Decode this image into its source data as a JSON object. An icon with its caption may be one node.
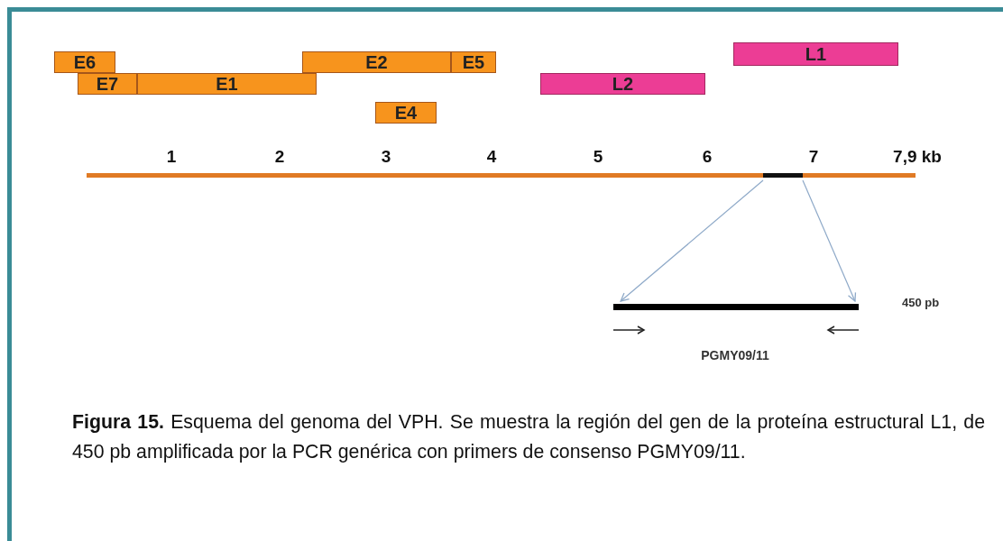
{
  "diagram": {
    "caption": "**Figura 15.** Esquema del genoma del VPH. Se muestra la región del gen de la proteína estructural L1, de 450 pb amplificada por la PCR genérica con primers de consenso PGMY09/11.",
    "nodes": [
      {
        "text": [
          "E6"
        ]
      },
      {
        "text": [
          "E7"
        ]
      },
      {
        "text": [
          "E1"
        ]
      },
      {
        "text": [
          "E2"
        ]
      },
      {
        "text": [
          "E5"
        ]
      },
      {
        "text": [
          "E4"
        ]
      },
      {
        "text": [
          "L2"
        ]
      },
      {
        "text": [
          "L1"
        ]
      },
      {
        "text": [],
        "shape": "bar"
      },
      {
        "text": [],
        "shape": "bar",
        "beside": [
          "450 pb"
        ]
      }
    ],
    "edges": [
      {
        "from": 8,
        "to": 9,
        "arrow": "to"
      },
      {
        "from": 8,
        "to": 9,
        "arrow": "to"
      }
    ],
    "labels": [
      "1",
      "2",
      "3",
      "4",
      "5",
      "6",
      "7",
      "7,9 kb",
      "PGMY09/11"
    ]
  }
}
